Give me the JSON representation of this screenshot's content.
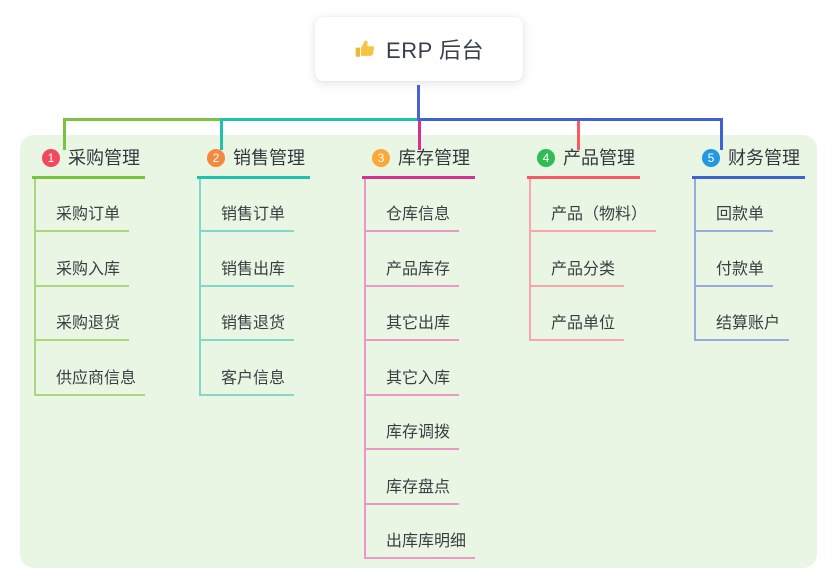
{
  "root": {
    "label": "ERP 后台",
    "icon": "thumbs-up-icon"
  },
  "colors": {
    "canvas_bg": "#ffffff",
    "panel_bg": "#e9f6e3",
    "root_bg": "#ffffff",
    "root_text": "#39404d",
    "root_edge": "#4a62d8",
    "header_text": "#34383f",
    "child_text": "#3b3e44",
    "badge_text": "#ffffff",
    "thumb_yellow": "#f6c445",
    "thumb_yellow_dark": "#f0b63a"
  },
  "branches": [
    {
      "index": "1",
      "label": "采购管理",
      "badge_color": "#f2495f",
      "line_color": "#7cc242",
      "child_line_color": "#abd57e",
      "children": [
        {
          "label": "采购订单"
        },
        {
          "label": "采购入库"
        },
        {
          "label": "采购退货"
        },
        {
          "label": "供应商信息"
        }
      ]
    },
    {
      "index": "2",
      "label": "销售管理",
      "badge_color": "#f5883f",
      "line_color": "#20c1ae",
      "child_line_color": "#80d8cc",
      "children": [
        {
          "label": "销售订单"
        },
        {
          "label": "销售出库"
        },
        {
          "label": "销售退货"
        },
        {
          "label": "客户信息"
        }
      ]
    },
    {
      "index": "3",
      "label": "库存管理",
      "badge_color": "#f8a937",
      "line_color": "#d63090",
      "child_line_color": "#ee96c6",
      "children": [
        {
          "label": "仓库信息"
        },
        {
          "label": "产品库存"
        },
        {
          "label": "其它出库"
        },
        {
          "label": "其它入库"
        },
        {
          "label": "库存调拨"
        },
        {
          "label": "库存盘点"
        },
        {
          "label": "出库库明细"
        }
      ]
    },
    {
      "index": "4",
      "label": "产品管理",
      "badge_color": "#2fbd53",
      "line_color": "#f75b60",
      "child_line_color": "#f9a6ab",
      "children": [
        {
          "label": "产品（物料）"
        },
        {
          "label": "产品分类"
        },
        {
          "label": "产品单位"
        }
      ]
    },
    {
      "index": "5",
      "label": "财务管理",
      "badge_color": "#2397e0",
      "line_color": "#3f62d2",
      "child_line_color": "#97abde",
      "children": [
        {
          "label": "回款单"
        },
        {
          "label": "付款单"
        },
        {
          "label": "结算账户"
        }
      ]
    }
  ]
}
